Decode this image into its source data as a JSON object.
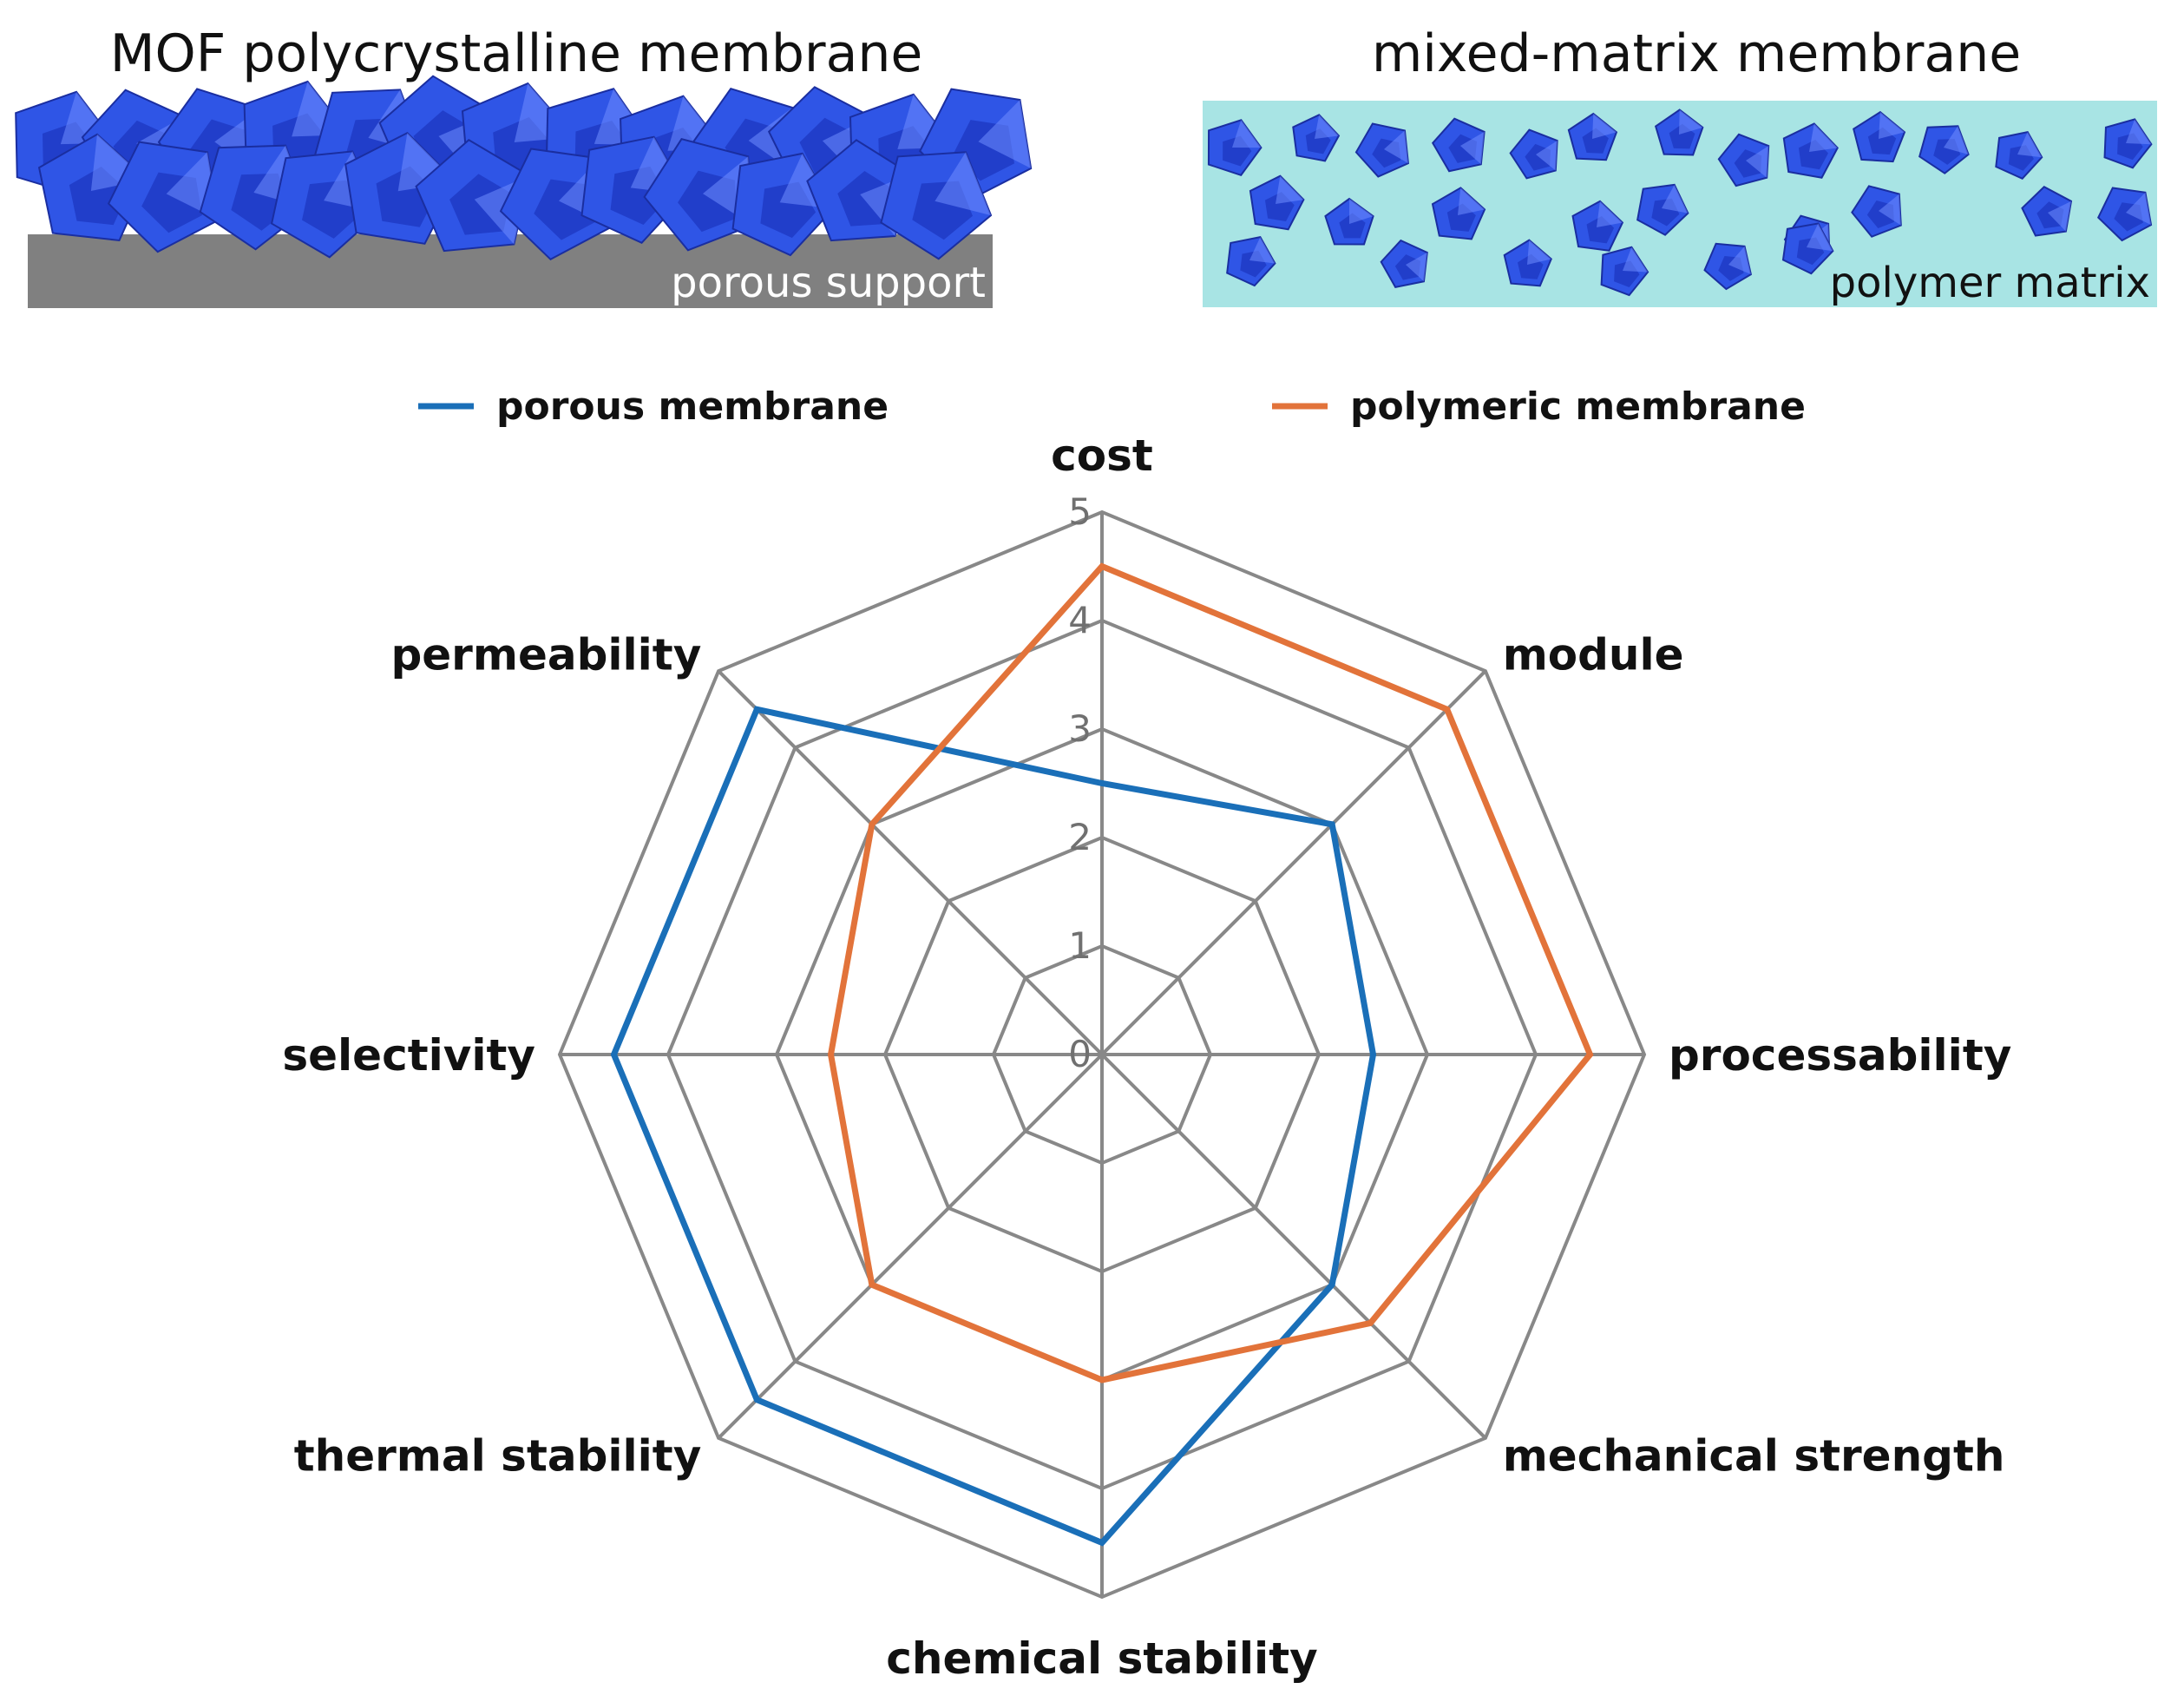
{
  "panels": {
    "left": {
      "title": "MOF polycrystalline membrane",
      "label": "porous support",
      "background": "#808080"
    },
    "right": {
      "title": "mixed-matrix membrane",
      "label": "polymer matrix",
      "background": "#a8e4e4"
    },
    "crystal_color": "#2f55e6"
  },
  "chart_data": {
    "type": "radar",
    "categories": [
      "cost",
      "module",
      "processability",
      "mechanical strength",
      "chemical stability",
      "thermal stability",
      "selectivity",
      "permeability"
    ],
    "series": [
      {
        "name": "porous membrane",
        "color": "#1a6fb8",
        "values": [
          2.5,
          3,
          2.5,
          3,
          4.5,
          4.5,
          4.5,
          4.5
        ]
      },
      {
        "name": "polymeric membrane",
        "color": "#e2733a",
        "values": [
          4.5,
          4.5,
          4.5,
          3.5,
          3,
          3,
          2.5,
          3
        ]
      }
    ],
    "rlim": [
      0,
      5
    ],
    "ticks": [
      "0",
      "1",
      "2",
      "3",
      "4",
      "5"
    ],
    "grid": true,
    "grid_color": "#888888",
    "legend_position": "top"
  }
}
